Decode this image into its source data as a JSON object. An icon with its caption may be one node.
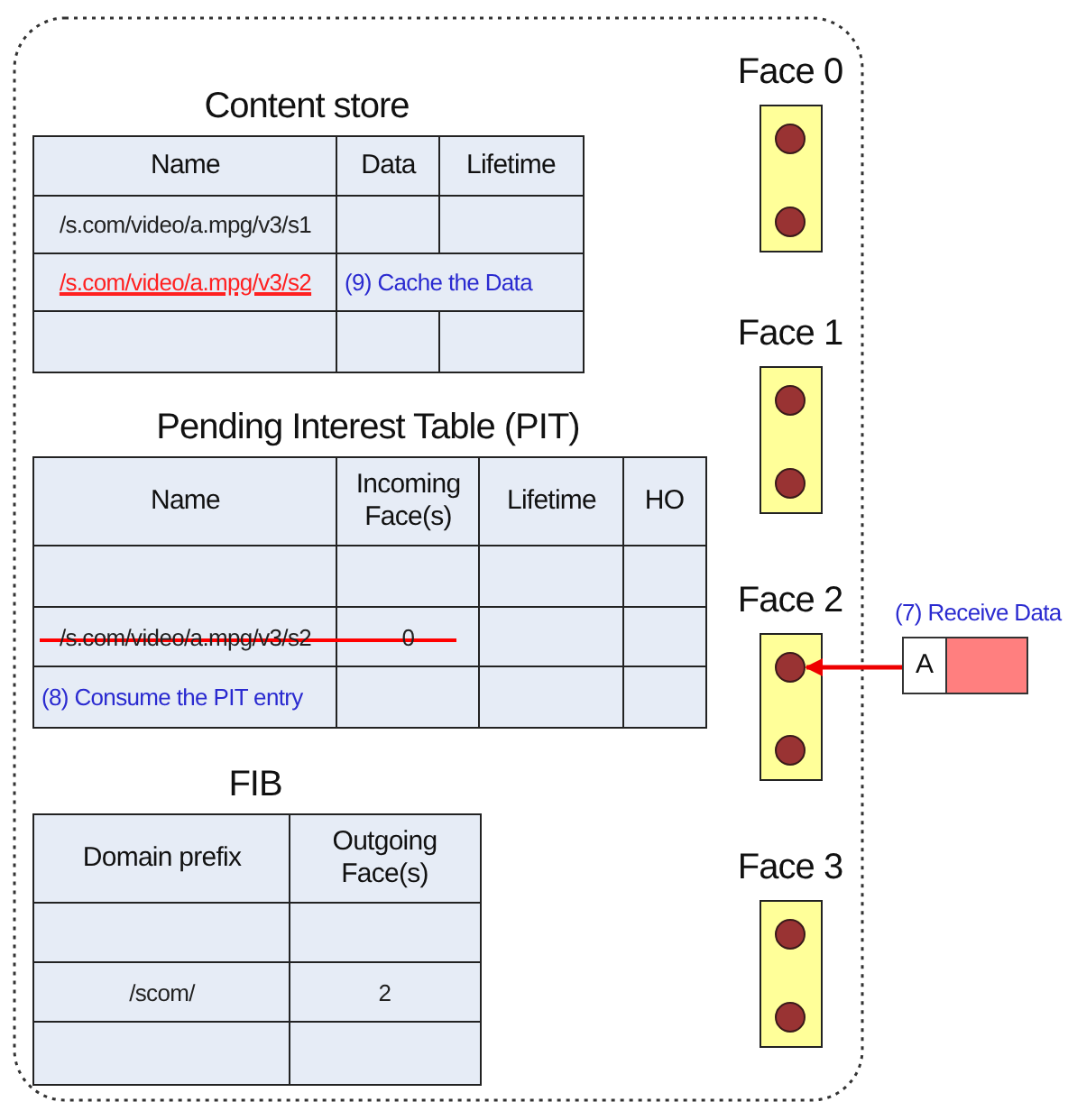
{
  "diagram": {
    "nodes": [
      {
        "text": [
          "Face 0"
        ]
      },
      {
        "text": [],
        "shape": "circle",
        "in": 0
      },
      {
        "text": [],
        "shape": "circle",
        "in": 0
      },
      {
        "text": [
          "Face 1"
        ]
      },
      {
        "text": [],
        "shape": "circle",
        "in": 3
      },
      {
        "text": [],
        "shape": "circle",
        "in": 3
      },
      {
        "text": [
          "Face 2"
        ]
      },
      {
        "text": [],
        "shape": "circle",
        "in": 6
      },
      {
        "text": [],
        "shape": "circle",
        "in": 6
      },
      {
        "text": [
          "Face 3"
        ]
      },
      {
        "text": [],
        "shape": "circle",
        "in": 9
      },
      {
        "text": [],
        "shape": "circle",
        "in": 9
      },
      {
        "text": [
          "A"
        ],
        "beside": [
          "(7) Receive Data"
        ]
      }
    ],
    "edges": [
      {
        "from": 12,
        "to": 7,
        "arrow": "to"
      }
    ],
    "labels": [
      "Content store",
      "Name",
      "Data",
      "Lifetime",
      "/s.com/video/a.mpg/v3/s1",
      "/s.com/video/a.mpg/v3/s2",
      "(9) Cache the Data",
      "Pending Interest Table (PIT)",
      "Name",
      "Incoming Face(s)",
      "Lifetime",
      "HO",
      "/s.com/video/a.mpg/v3/s2",
      "0",
      "(8) Consume the PIT entry",
      "FIB",
      "Domain prefix",
      "Outgoing Face(s)",
      "/scom/",
      "2"
    ]
  }
}
